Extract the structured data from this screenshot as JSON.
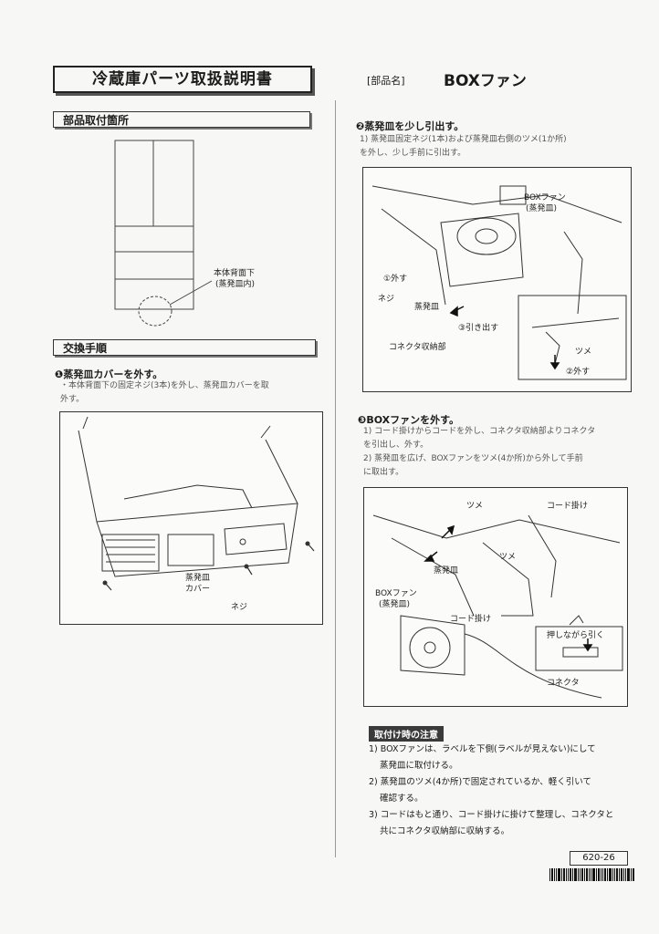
{
  "header": {
    "title": "冷蔵庫パーツ取扱説明書",
    "part_label": "[部品名]",
    "part_name": "BOXファン"
  },
  "location": {
    "heading": "部品取付箇所",
    "callout_line1": "本体背面下",
    "callout_line2": "(蒸発皿内)"
  },
  "procedure": {
    "heading": "交換手順",
    "step1": {
      "title": "❶蒸発皿カバーを外す。",
      "body_line1": "・本体背面下の固定ネジ(3本)を外し、蒸発皿カバーを取",
      "body_line2": "外す。",
      "label_cover1": "蒸発皿",
      "label_cover2": "カバー",
      "label_screw": "ネジ"
    },
    "step2": {
      "title": "❷蒸発皿を少し引出す。",
      "body_line1": "1) 蒸発皿固定ネジ(1本)および蒸発皿右側のツメ(1か所)",
      "body_line2": "を外し、少し手前に引出す。",
      "label_fan1": "BOXファン",
      "label_fan2": "(蒸発皿)",
      "label_remove1": "①外す",
      "label_screw": "ネジ",
      "label_tray": "蒸発皿",
      "label_pull": "③引き出す",
      "label_connector_storage": "コネクタ収納部",
      "label_tab": "ツメ",
      "label_remove2": "②外す"
    },
    "step3": {
      "title": "❸BOXファンを外す。",
      "body_line1": "1) コード掛けからコードを外し、コネクタ収納部よりコネクタ",
      "body_line2": "を引出し、外す。",
      "body_line3": "2) 蒸発皿を広げ、BOXファンをツメ(4か所)から外して手前",
      "body_line4": "に取出す。",
      "label_tab_top": "ツメ",
      "label_cord_hook_top": "コード掛け",
      "label_tab_mid": "ツメ",
      "label_tray": "蒸発皿",
      "label_fan1": "BOXファン",
      "label_fan2": "(蒸発皿)",
      "label_cord_hook_mid": "コード掛け",
      "label_press_pull": "押しながら引く",
      "label_connector": "コネクタ"
    }
  },
  "notes": {
    "heading": "取付け時の注意",
    "items": [
      "1) BOXファンは、ラベルを下側(ラベルが見えない)にして",
      "蒸発皿に取付ける。",
      "2) 蒸発皿のツメ(4か所)で固定されているか、軽く引いて",
      "確認する。",
      "3) コードはもと通り、コード掛けに掛けて整理し、コネクタと",
      "共にコネクタ収納部に収納する。"
    ]
  },
  "footer": {
    "page_code": "620-26"
  }
}
